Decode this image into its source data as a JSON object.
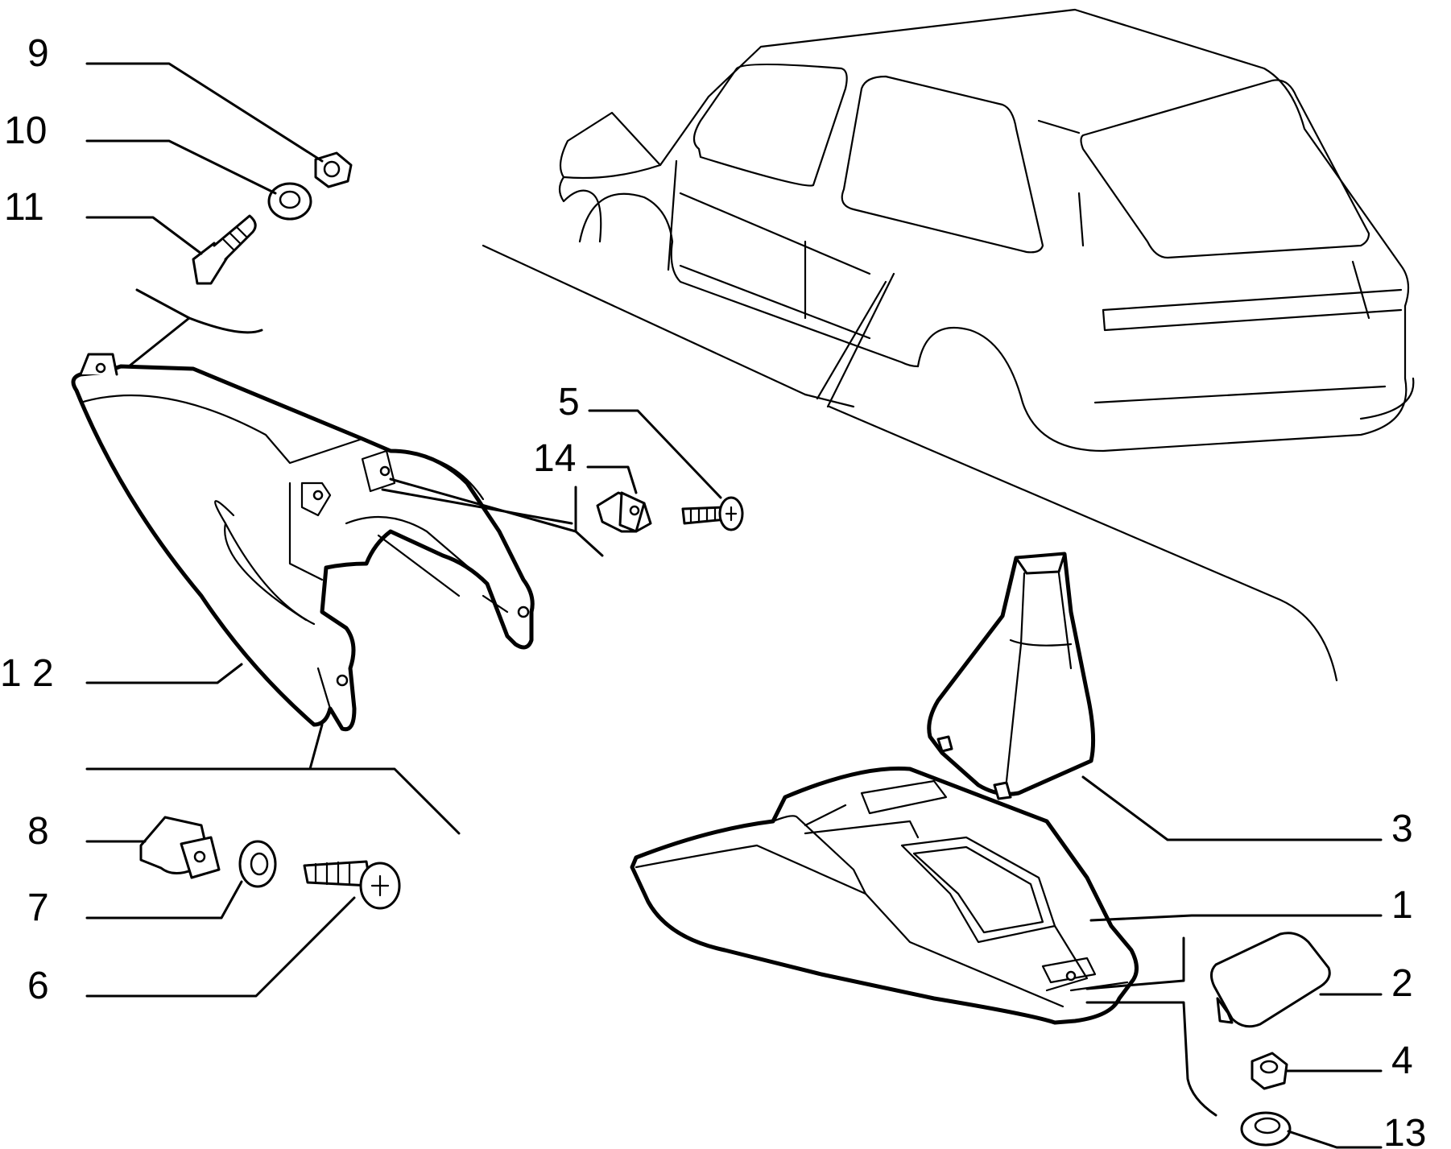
{
  "callouts": [
    {
      "id": "9",
      "label": "9"
    },
    {
      "id": "10",
      "label": "10"
    },
    {
      "id": "11",
      "label": "11"
    },
    {
      "id": "12",
      "label": "1 2"
    },
    {
      "id": "5",
      "label": "5"
    },
    {
      "id": "14",
      "label": "14"
    },
    {
      "id": "8",
      "label": "8"
    },
    {
      "id": "7",
      "label": "7"
    },
    {
      "id": "6",
      "label": "6"
    },
    {
      "id": "3",
      "label": "3"
    },
    {
      "id": "1",
      "label": "1"
    },
    {
      "id": "2",
      "label": "2"
    },
    {
      "id": "4",
      "label": "4"
    },
    {
      "id": "13",
      "label": "13"
    }
  ],
  "colors": {
    "ink": "#000000",
    "paper": "#ffffff"
  }
}
